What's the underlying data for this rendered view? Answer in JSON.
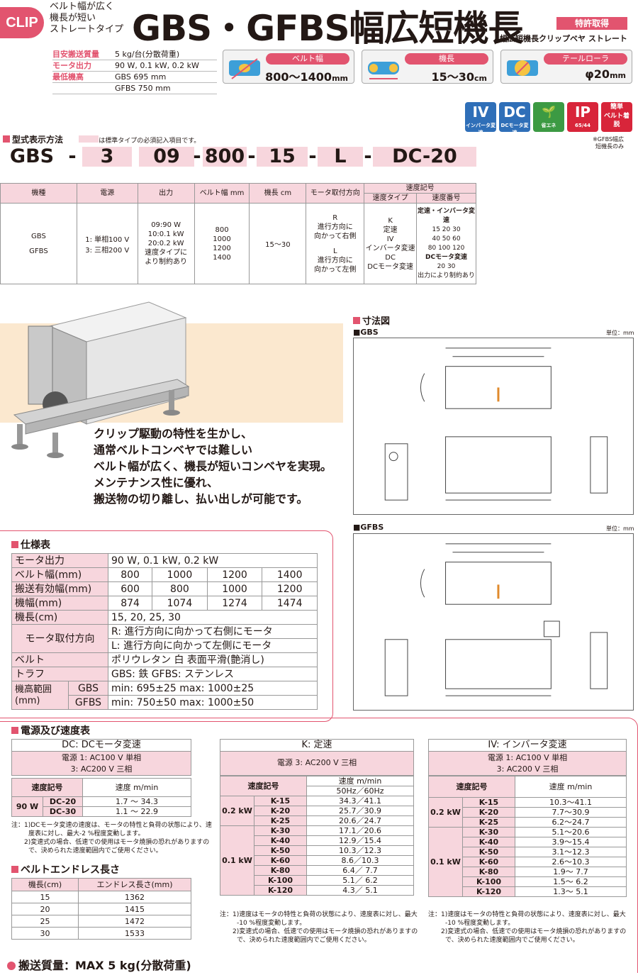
{
  "header": {
    "badge": "CLIP",
    "tagline": [
      "ベルト幅が広く",
      "機長が短い",
      "ストレートタイプ"
    ],
    "title": "GBS・GFBS幅広短機長",
    "patent": "特許取得",
    "subtitle": "幅広短機長クリップベヤ ストレート"
  },
  "basic_spec": [
    {
      "label": "目安搬送質量",
      "value": "5 kg/台(分散荷重)"
    },
    {
      "label": "モータ出力",
      "value": "90 W, 0.1 kW, 0.2 kW"
    },
    {
      "label": "最低機高",
      "value": "GBS 695 mm"
    },
    {
      "label": "",
      "value": "GFBS 750 mm"
    }
  ],
  "features": [
    {
      "label": "ベルト幅",
      "value": "800〜1400",
      "unit": "mm"
    },
    {
      "label": "機長",
      "value": "15〜30",
      "unit": "cm"
    },
    {
      "label": "テールローラ",
      "value": "φ20",
      "unit": "mm"
    }
  ],
  "badges": [
    {
      "main": "IV",
      "sub": "インバータ変速",
      "color": "#2f6fb8"
    },
    {
      "main": "DC",
      "sub": "DCモータ変速",
      "color": "#2f6fb8"
    },
    {
      "main": "🌱",
      "sub": "省エネ",
      "color": "#3c9a43"
    },
    {
      "main": "IP",
      "sub": "65/44",
      "color": "#d8253a"
    },
    {
      "main": "簡単",
      "sub": "ベルト着脱",
      "color": "#d8253a"
    }
  ],
  "gfbs_note": [
    "※GFBS幅広",
    "短機長のみ"
  ],
  "model": {
    "section": "型式表示方法",
    "legend": "は標準タイプの必須記入項目です。",
    "segments": [
      "GBS",
      "-",
      "3",
      "09",
      "-",
      "800",
      "-",
      "15",
      "-",
      "L",
      "-",
      "DC-20"
    ],
    "headers": [
      "機種",
      "電源",
      "出力",
      "ベルト幅 mm",
      "機長 cm",
      "モータ取付方向",
      "速度記号"
    ],
    "subheaders": [
      "速度タイプ",
      "速度番号"
    ],
    "col_kishu": [
      "GBS",
      "GFBS"
    ],
    "col_power": [
      "1: 単相100 V",
      "3: 三相200 V"
    ],
    "col_output": [
      "09:90 W",
      "10:0.1 kW",
      "20:0.2 kW",
      "速度タイプに",
      "より制約あり"
    ],
    "col_width": [
      "800",
      "1000",
      "1200",
      "1400"
    ],
    "col_length": "15〜30",
    "col_dir": [
      "R",
      "進行方向に",
      "向かって右側",
      "L",
      "進行方向に",
      "向かって左側"
    ],
    "col_type": [
      "K",
      "定速",
      "IV",
      "インバータ変速",
      "DC",
      "DCモータ変速"
    ],
    "col_num": [
      "定速・インバータ変速",
      "15 20 30",
      "40 50 60",
      "80 100 120",
      "DCモータ変速",
      "20 30",
      "出力により制約あり"
    ]
  },
  "catch": [
    "クリップ駆動の特性を生かし、",
    "通常ベルトコンベヤでは難しい",
    "ベルト幅が広く、機長が短いコンベヤを実現。",
    "メンテナンス性に優れ、",
    "搬送物の切り離し、払い出しが可能です。"
  ],
  "dimension": {
    "section": "寸法図",
    "gbs_label": "■GBS",
    "gfbs_label": "■GFBS",
    "unit": "単位：mm"
  },
  "spec": {
    "section": "仕様表",
    "rows": [
      {
        "label": "モータ出力",
        "cells": [
          "90 W, 0.1 kW, 0.2 kW"
        ]
      },
      {
        "label": "ベルト幅(mm)",
        "cells": [
          "800",
          "1000",
          "1200",
          "1400"
        ]
      },
      {
        "label": "搬送有効幅(mm)",
        "cells": [
          "600",
          "800",
          "1000",
          "1200"
        ]
      },
      {
        "label": "機幅(mm)",
        "cells": [
          "874",
          "1074",
          "1274",
          "1474"
        ]
      },
      {
        "label": "機長(cm)",
        "cells": [
          "15, 20, 25, 30"
        ]
      },
      {
        "label": "モータ取付方向",
        "cells": [
          "R: 進行方向に向かって右側にモータ",
          "L: 進行方向に向かって左側にモータ"
        ]
      },
      {
        "label": "ベルト",
        "cells": [
          "ポリウレタン 白 表面平滑(艶消し)"
        ]
      },
      {
        "label": "トラフ",
        "cells": [
          "GBS: 鉄 GFBS: ステンレス"
        ]
      },
      {
        "label": "機高範囲 (mm)",
        "sub": [
          "GBS",
          "GFBS"
        ],
        "cells": [
          "min: 695±25 max: 1000±25",
          "min: 750±50 max: 1000±50"
        ]
      }
    ]
  },
  "power_speed": {
    "section": "電源及び速度表",
    "dc": {
      "title": "DC: DCモータ変速",
      "power": [
        "電源 1: AC100 V 単相",
        "3: AC200 V 三相"
      ],
      "h1": "速度記号",
      "h2": "速度 m/min",
      "rows": [
        {
          "out": "90 W",
          "code": "DC-20",
          "speed": "1.7 〜 34.3"
        },
        {
          "out": "",
          "code": "DC-30",
          "speed": "1.1 〜 22.9"
        }
      ],
      "notes": [
        "注：1)DCモータ変速の速度は、モータの特性と負荷の状態により、速",
        "度表に対し、最大-2 %程度変動します。",
        "2)変速式の場合、低速での使用はモータ焼損の恐れがありますの",
        "で、決められた速度範囲内でご使用ください。"
      ]
    },
    "k": {
      "title": "K: 定速",
      "power": "電源 3: AC200 V 三相",
      "h1": "速度記号",
      "h2": "速度 m/min",
      "h3": "50Hz／60Hz",
      "rows": [
        {
          "out": "0.2 kW",
          "code": "K-15",
          "speed": "34.3／41.1"
        },
        {
          "out": "",
          "code": "K-20",
          "speed": "25.7／30.9"
        },
        {
          "out": "",
          "code": "K-25",
          "speed": "20.6／24.7"
        },
        {
          "out": "0.1 kW",
          "code": "K-30",
          "speed": "17.1／20.6"
        },
        {
          "out": "",
          "code": "K-40",
          "speed": "12.9／15.4"
        },
        {
          "out": "",
          "code": "K-50",
          "speed": "10.3／12.3"
        },
        {
          "out": "",
          "code": "K-60",
          "speed": "8.6／10.3"
        },
        {
          "out": "",
          "code": "K-80",
          "speed": "6.4／ 7.7"
        },
        {
          "out": "",
          "code": "K-100",
          "speed": "5.1／ 6.2"
        },
        {
          "out": "",
          "code": "K-120",
          "speed": "4.3／ 5.1"
        }
      ],
      "notes": [
        "注：1)速度はモータの特性と負荷の状態により、速度表に対し、最大",
        "-10 %程度変動します。",
        "2)変速式の場合、低速での使用はモータ焼損の恐れがありますの",
        "で、決められた速度範囲内でご使用ください。"
      ]
    },
    "iv": {
      "title": "IV: インバータ変速",
      "power": [
        "電源 1: AC100 V 単相",
        "3: AC200 V 三相"
      ],
      "h1": "速度記号",
      "h2": "速度 m/min",
      "rows": [
        {
          "out": "0.2 kW",
          "code": "K-15",
          "speed": "10.3〜41.1"
        },
        {
          "out": "",
          "code": "K-20",
          "speed": "7.7〜30.9"
        },
        {
          "out": "",
          "code": "K-25",
          "speed": "6.2〜24.7"
        },
        {
          "out": "0.1 kW",
          "code": "K-30",
          "speed": "5.1〜20.6"
        },
        {
          "out": "",
          "code": "K-40",
          "speed": "3.9〜15.4"
        },
        {
          "out": "",
          "code": "K-50",
          "speed": "3.1〜12.3"
        },
        {
          "out": "",
          "code": "K-60",
          "speed": "2.6〜10.3"
        },
        {
          "out": "",
          "code": "K-80",
          "speed": "1.9〜 7.7"
        },
        {
          "out": "",
          "code": "K-100",
          "speed": "1.5〜 6.2"
        },
        {
          "out": "",
          "code": "K-120",
          "speed": "1.3〜 5.1"
        }
      ],
      "notes": [
        "注：1)速度はモータの特性と負荷の状態により、速度表に対し、最大",
        "-10 %程度変動します。",
        "2)変速式の場合、低速での使用はモータ焼損の恐れがありますの",
        "で、決められた速度範囲内でご使用ください。"
      ]
    }
  },
  "endless": {
    "section": "ベルトエンドレス長さ",
    "h1": "機長(cm)",
    "h2": "エンドレス長さ(mm)",
    "rows": [
      {
        "len": "15",
        "endless": "1362"
      },
      {
        "len": "20",
        "endless": "1415"
      },
      {
        "len": "25",
        "endless": "1472"
      },
      {
        "len": "30",
        "endless": "1533"
      }
    ]
  },
  "footer": "搬送質量：MAX 5 kg(分散荷重)"
}
